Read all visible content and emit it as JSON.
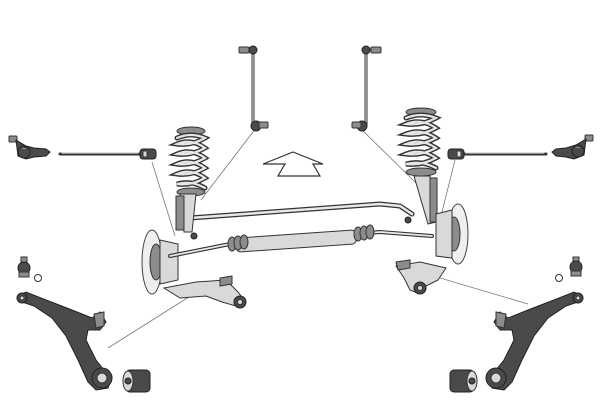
{
  "image": {
    "background_color": "#ffffff",
    "parts_tone": "#4a4a4a",
    "highlight_tone": "#d9d9d9",
    "leader_line_color": "#777777"
  },
  "parts": [
    {
      "name": "rear-axle-beam-assembly",
      "icon": "axle-assembly"
    },
    {
      "name": "coil-spring-left",
      "icon": "coil-spring"
    },
    {
      "name": "coil-spring-right",
      "icon": "coil-spring"
    },
    {
      "name": "stabilizer-link-left",
      "icon": "stabilizer-link"
    },
    {
      "name": "stabilizer-link-right",
      "icon": "stabilizer-link"
    },
    {
      "name": "tie-rod-end-left",
      "icon": "tie-rod-end"
    },
    {
      "name": "tie-rod-end-right",
      "icon": "tie-rod-end"
    },
    {
      "name": "inner-tie-rod-left",
      "icon": "inner-tie-rod"
    },
    {
      "name": "inner-tie-rod-right",
      "icon": "inner-tie-rod"
    },
    {
      "name": "control-arm-left",
      "icon": "control-arm"
    },
    {
      "name": "control-arm-right",
      "icon": "control-arm"
    },
    {
      "name": "ball-joint-left",
      "icon": "ball-joint"
    },
    {
      "name": "ball-joint-right",
      "icon": "ball-joint"
    },
    {
      "name": "control-arm-bushing-left",
      "icon": "bushing"
    },
    {
      "name": "control-arm-bushing-right",
      "icon": "bushing"
    },
    {
      "name": "direction-arrow",
      "icon": "arrow"
    }
  ]
}
